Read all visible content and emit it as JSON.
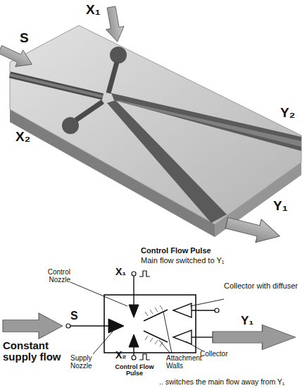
{
  "diagram": {
    "labels": [
      "S",
      "X₁",
      "X₂",
      "Y₂",
      "Y₁",
      "Control Flow Pulse",
      "Main flow switched to Y₁",
      "Control Nozzle",
      "X₁",
      "Collector with diffuser",
      "S",
      "Constant supply flow",
      "Supply Nozzle",
      "Control Flow Pulse",
      "X₂",
      "Attachment Walls",
      "Collector",
      "Y₁",
      ".. switches the main flow away from Y₁"
    ]
  }
}
